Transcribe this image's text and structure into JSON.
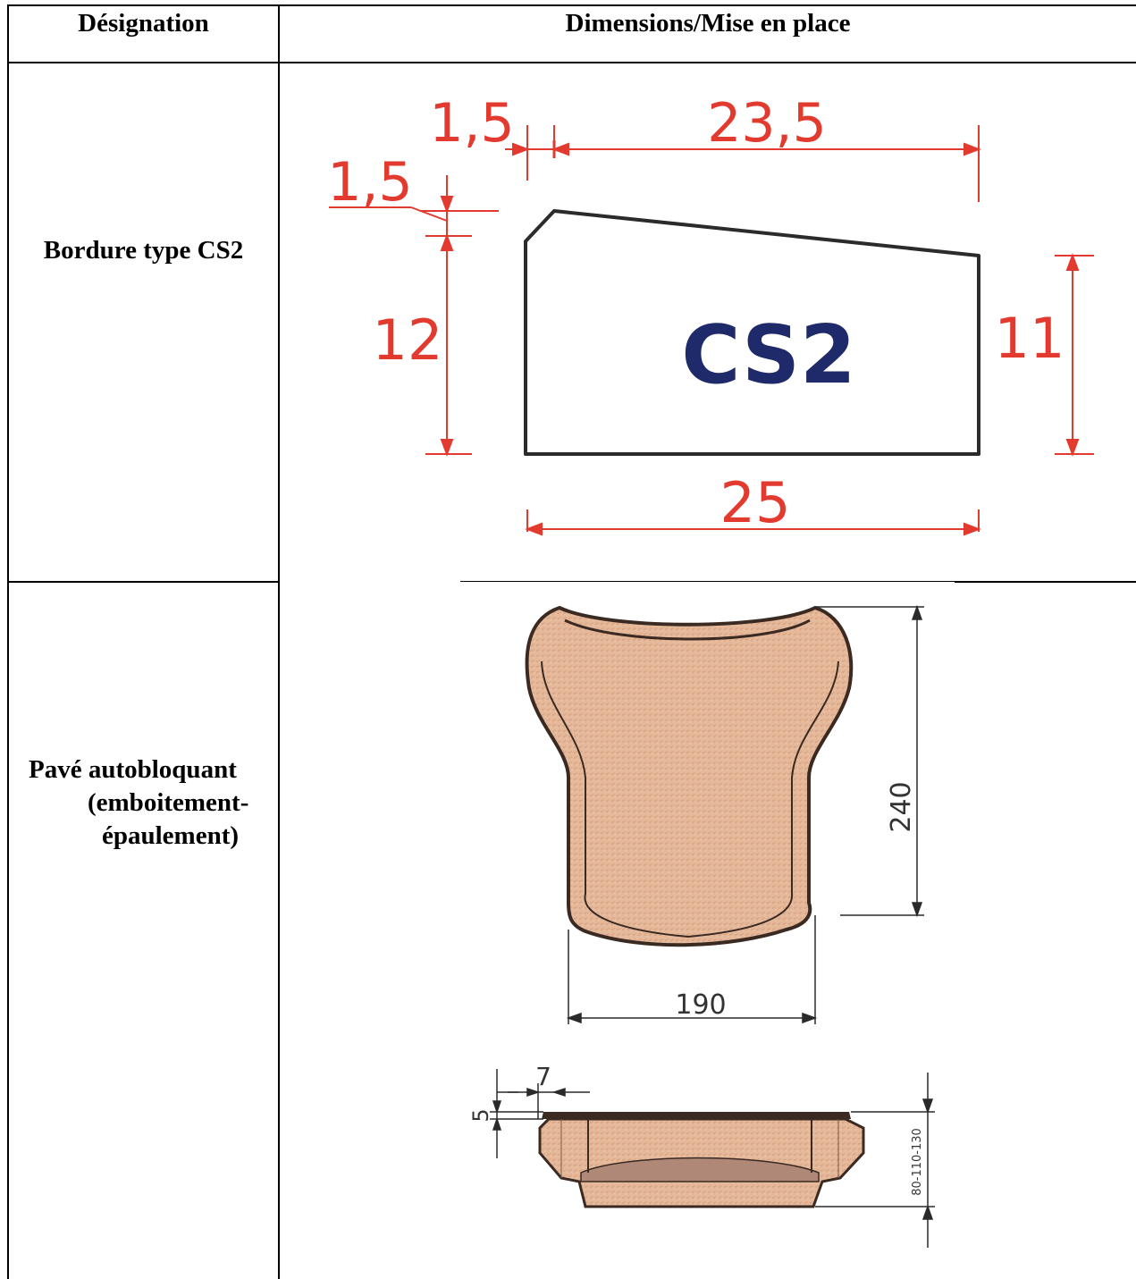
{
  "table": {
    "header": {
      "designation": "Désignation",
      "dimensions": "Dimensions/Mise en place"
    },
    "rows": [
      {
        "designation": "Bordure type CS2",
        "drawing": {
          "name": "CS2",
          "dim_top_chamfer": "1,5",
          "dim_top_width": "23,5",
          "dim_left_chamfer": "1,5",
          "dim_left_height": "12",
          "dim_right_height": "11",
          "dim_bottom_width": "25",
          "line_color": "#e23a2e",
          "label_color": "#1f2a6b"
        }
      },
      {
        "designation_line1": "Pavé autobloquant",
        "designation_line2": "(emboitement-",
        "designation_line3": "épaulement)",
        "drawing": {
          "dim_height": "240",
          "dim_width": "190",
          "dim_side_a": "7",
          "dim_side_b": "5",
          "dim_thickness": "80-110-130",
          "fill_color": "#e6b89a",
          "outline_color": "#3a2a22"
        }
      }
    ]
  }
}
